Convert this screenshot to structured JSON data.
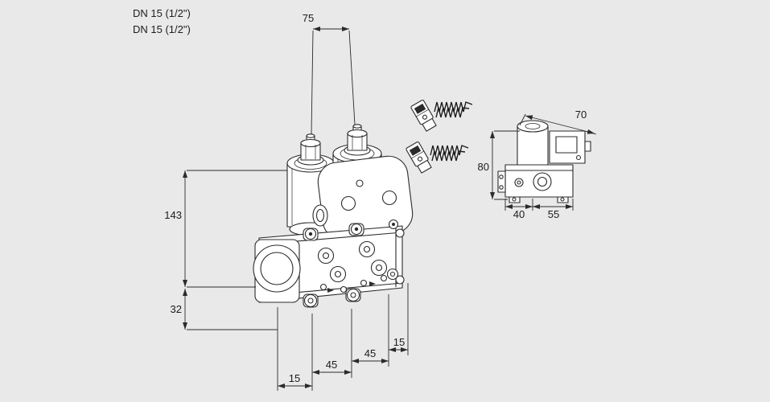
{
  "page": {
    "background": "#e9e9e9",
    "line_color": "#2b2b2b",
    "fill_color": "#ffffff",
    "text_color": "#1c1c1c"
  },
  "labels": {
    "dn_line1": "DN 15 (1/2\")",
    "dn_line2": "DN 15 (1/2\")"
  },
  "dims": {
    "d75": "75",
    "d143": "143",
    "d32": "32",
    "d15a": "15",
    "d45a": "45",
    "d45b": "45",
    "d15b": "15",
    "d70": "70",
    "d80": "80",
    "d40": "40",
    "d55": "55"
  }
}
